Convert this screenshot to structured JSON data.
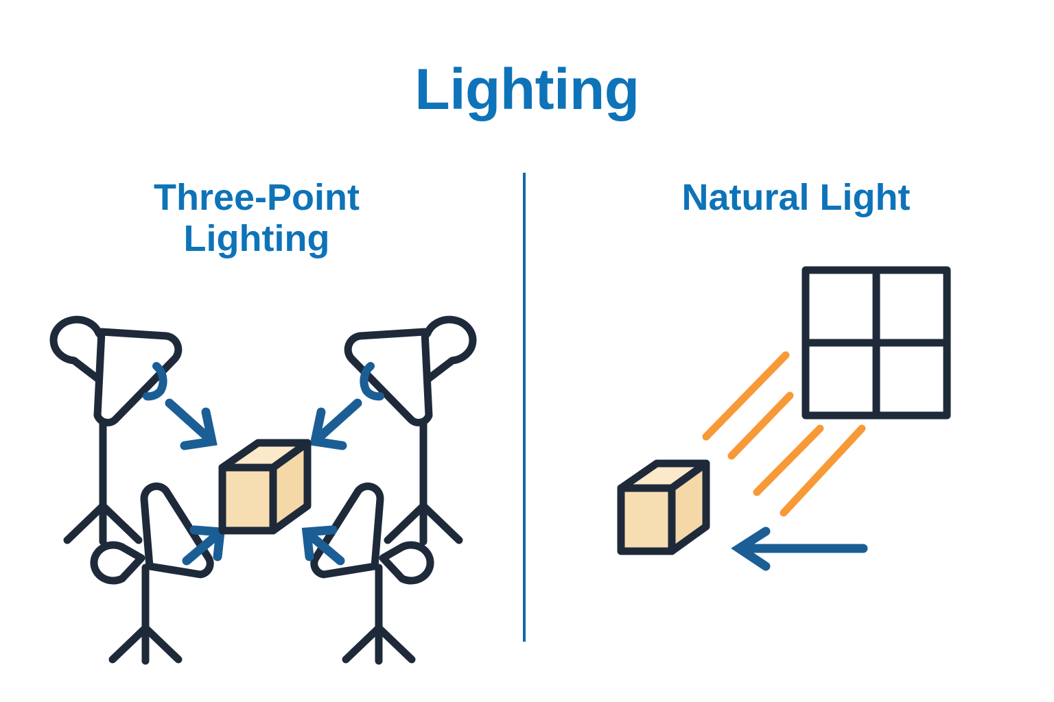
{
  "page": {
    "title": "Lighting",
    "background_color": "#ffffff"
  },
  "colors": {
    "heading_blue": "#0e73b8",
    "arrow_blue": "#1b5e96",
    "divider_blue": "#0e6bb0",
    "ink_navy": "#1e2a3a",
    "cube_face_front": "#f7ddb2",
    "cube_face_top": "#fbe9c9",
    "cube_face_side": "#f5d8a8",
    "ray_orange": "#f89938"
  },
  "divider": {
    "name": "vertical-divider",
    "orientation": "vertical"
  },
  "panels": [
    {
      "id": "three-point",
      "heading_lines": [
        "Three-Point",
        "Lighting"
      ],
      "heading": "Three-Point Lighting",
      "elements": {
        "subject": {
          "label": "cube-subject",
          "shape": "isometric-cube"
        },
        "lights": [
          {
            "name": "light-top-left",
            "position": "top-left",
            "direction": "down-right"
          },
          {
            "name": "light-top-right",
            "position": "top-right",
            "direction": "down-left"
          },
          {
            "name": "light-bottom-left",
            "position": "bottom-left",
            "direction": "up-right"
          },
          {
            "name": "light-bottom-right",
            "position": "bottom-right",
            "direction": "up-left"
          }
        ],
        "arrows": [
          {
            "name": "arrow-top-left-to-cube",
            "direction": "down-right"
          },
          {
            "name": "arrow-top-right-to-cube",
            "direction": "down-left"
          },
          {
            "name": "arrow-bottom-left-to-cube",
            "direction": "up-right"
          },
          {
            "name": "arrow-bottom-right-to-cube",
            "direction": "up-left"
          }
        ],
        "glow_arcs": 2
      }
    },
    {
      "id": "natural-light",
      "heading_lines": [
        "Natural Light"
      ],
      "heading": "Natural Light",
      "elements": {
        "subject": {
          "label": "cube-subject",
          "shape": "isometric-cube"
        },
        "window": {
          "name": "window-icon",
          "panes": 4,
          "rows": 2,
          "cols": 2
        },
        "rays": {
          "name": "light-rays",
          "count": 4,
          "angle_deg": 45,
          "color": "#f89938"
        },
        "arrow": {
          "name": "light-direction-arrow",
          "direction": "left"
        }
      }
    }
  ]
}
